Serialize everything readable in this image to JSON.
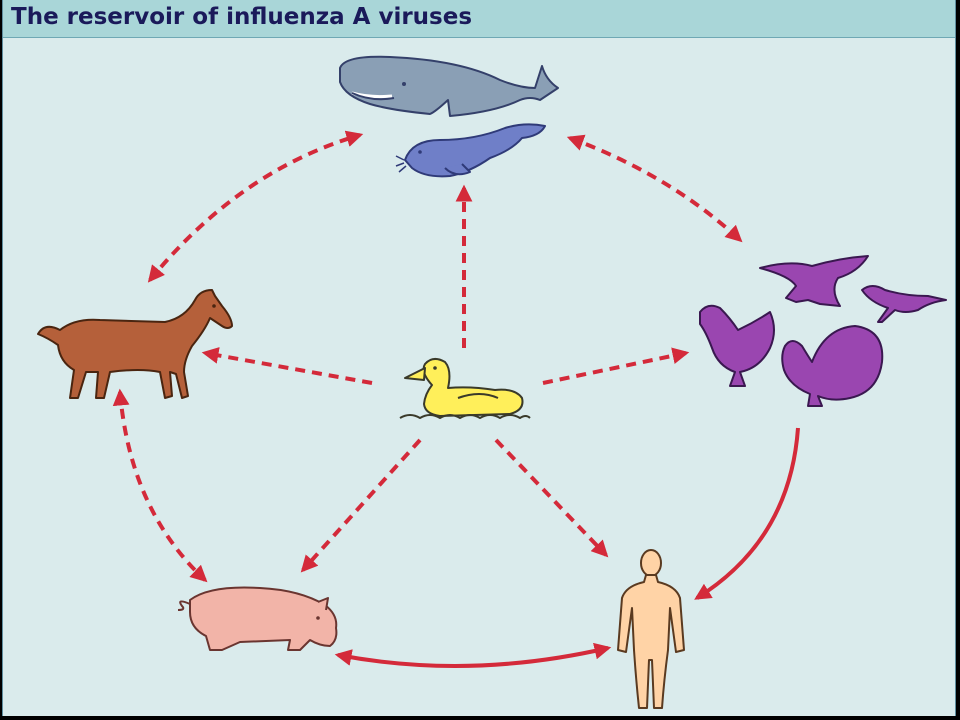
{
  "title": "The reservoir of influenza A viruses",
  "colors": {
    "background": "#daebec",
    "title_bar": "#a9d6d8",
    "title_text": "#1a1a5a",
    "arrow": "#d42a3a",
    "whale": "#8a9fb5",
    "seal": "#6f7fc8",
    "duck": "#ffef5a",
    "horse": "#b5603a",
    "birds": "#9a46b0",
    "pig": "#f2b4a8",
    "human": "#ffd3a6"
  },
  "nodes": [
    {
      "id": "whale",
      "icon": "whale-icon"
    },
    {
      "id": "seal",
      "icon": "seal-icon"
    },
    {
      "id": "duck",
      "icon": "duck-icon"
    },
    {
      "id": "horse",
      "icon": "horse-icon"
    },
    {
      "id": "birds",
      "icon": "birds-icon"
    },
    {
      "id": "pig",
      "icon": "pig-icon"
    },
    {
      "id": "human",
      "icon": "human-icon"
    }
  ],
  "edges": [
    {
      "from": "duck",
      "to": "seal",
      "style": "dashed",
      "direction": "forward"
    },
    {
      "from": "duck",
      "to": "horse",
      "style": "dashed",
      "direction": "forward"
    },
    {
      "from": "duck",
      "to": "birds",
      "style": "dashed",
      "direction": "forward"
    },
    {
      "from": "duck",
      "to": "pig",
      "style": "dashed",
      "direction": "forward"
    },
    {
      "from": "duck",
      "to": "human",
      "style": "dashed",
      "direction": "forward"
    },
    {
      "from": "horse",
      "to": "seal",
      "style": "dashed",
      "direction": "both"
    },
    {
      "from": "seal",
      "to": "birds",
      "style": "dashed",
      "direction": "both"
    },
    {
      "from": "horse",
      "to": "pig",
      "style": "dashed",
      "direction": "both"
    },
    {
      "from": "birds",
      "to": "human",
      "style": "solid",
      "direction": "forward"
    },
    {
      "from": "pig",
      "to": "human",
      "style": "solid",
      "direction": "both"
    }
  ]
}
